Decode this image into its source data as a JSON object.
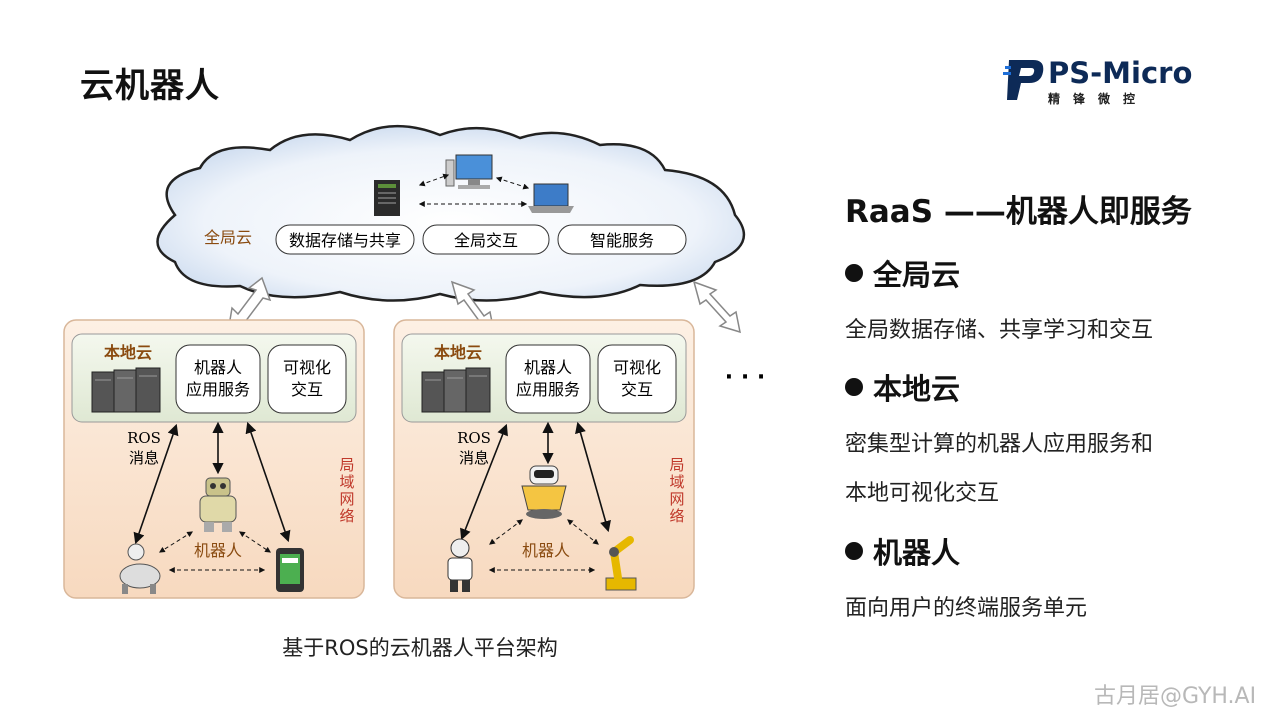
{
  "page_title": "云机器人",
  "logo": {
    "name": "PS-Micro",
    "subtitle": "精锋微控"
  },
  "diagram": {
    "global_cloud_label": "全局云",
    "global_services": [
      "数据存储与共享",
      "全局交互",
      "智能服务"
    ],
    "local_cloud_label": "本地云",
    "local_services": [
      "机器人\n应用服务",
      "可视化\n交互"
    ],
    "ros_message_label": "ROS\n消息",
    "lan_label": "局\n域\n网\n络",
    "robot_label": "机器人",
    "ellipsis": "· · ·"
  },
  "caption": "基于ROS的云机器人平台架构",
  "panel": {
    "title": "RaaS ——机器人即服务",
    "items": [
      {
        "heading": "全局云",
        "desc": [
          "全局数据存储、共享学习和交互"
        ]
      },
      {
        "heading": "本地云",
        "desc": [
          "密集型计算的机器人应用服务和",
          "本地可视化交互"
        ]
      },
      {
        "heading": "机器人",
        "desc": [
          "面向用户的终端服务单元"
        ]
      }
    ]
  },
  "watermark": "古月居@GYH.AI",
  "colors": {
    "cloud_label": "#8a4b10",
    "lan_label": "#c0392b",
    "zone_bg": "#fbe7d6",
    "local_cloud_bg": "#eef3e7"
  }
}
